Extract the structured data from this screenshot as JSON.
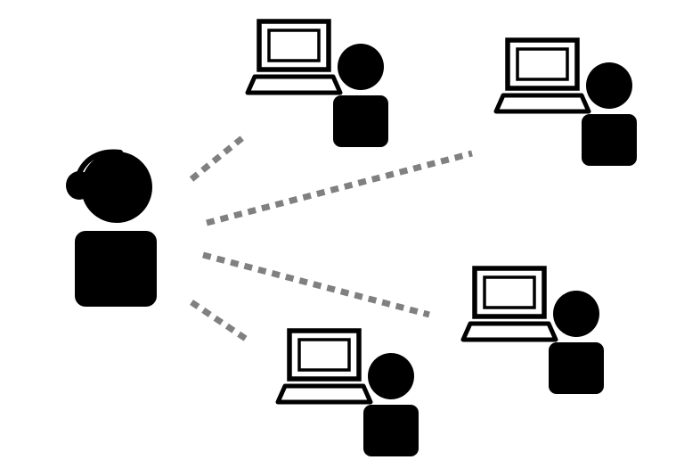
{
  "colors": {
    "background": "#ffffff",
    "figure": "#000000",
    "link": "#808080",
    "screen": "#ffffff"
  },
  "icons": {
    "support_agent": "headset-person-icon",
    "remote_user": "laptop-user-icon"
  },
  "diagram": {
    "agent": {
      "icon": "headset-person-icon"
    },
    "users": [
      {
        "icon": "laptop-user-icon"
      },
      {
        "icon": "laptop-user-icon"
      },
      {
        "icon": "laptop-user-icon"
      },
      {
        "icon": "laptop-user-icon"
      }
    ],
    "connections": [
      {
        "from": "agent",
        "to": "user-1",
        "style": "dotted"
      },
      {
        "from": "agent",
        "to": "user-2",
        "style": "dotted"
      },
      {
        "from": "agent",
        "to": "user-3",
        "style": "dotted"
      },
      {
        "from": "agent",
        "to": "user-4",
        "style": "dotted"
      }
    ]
  }
}
